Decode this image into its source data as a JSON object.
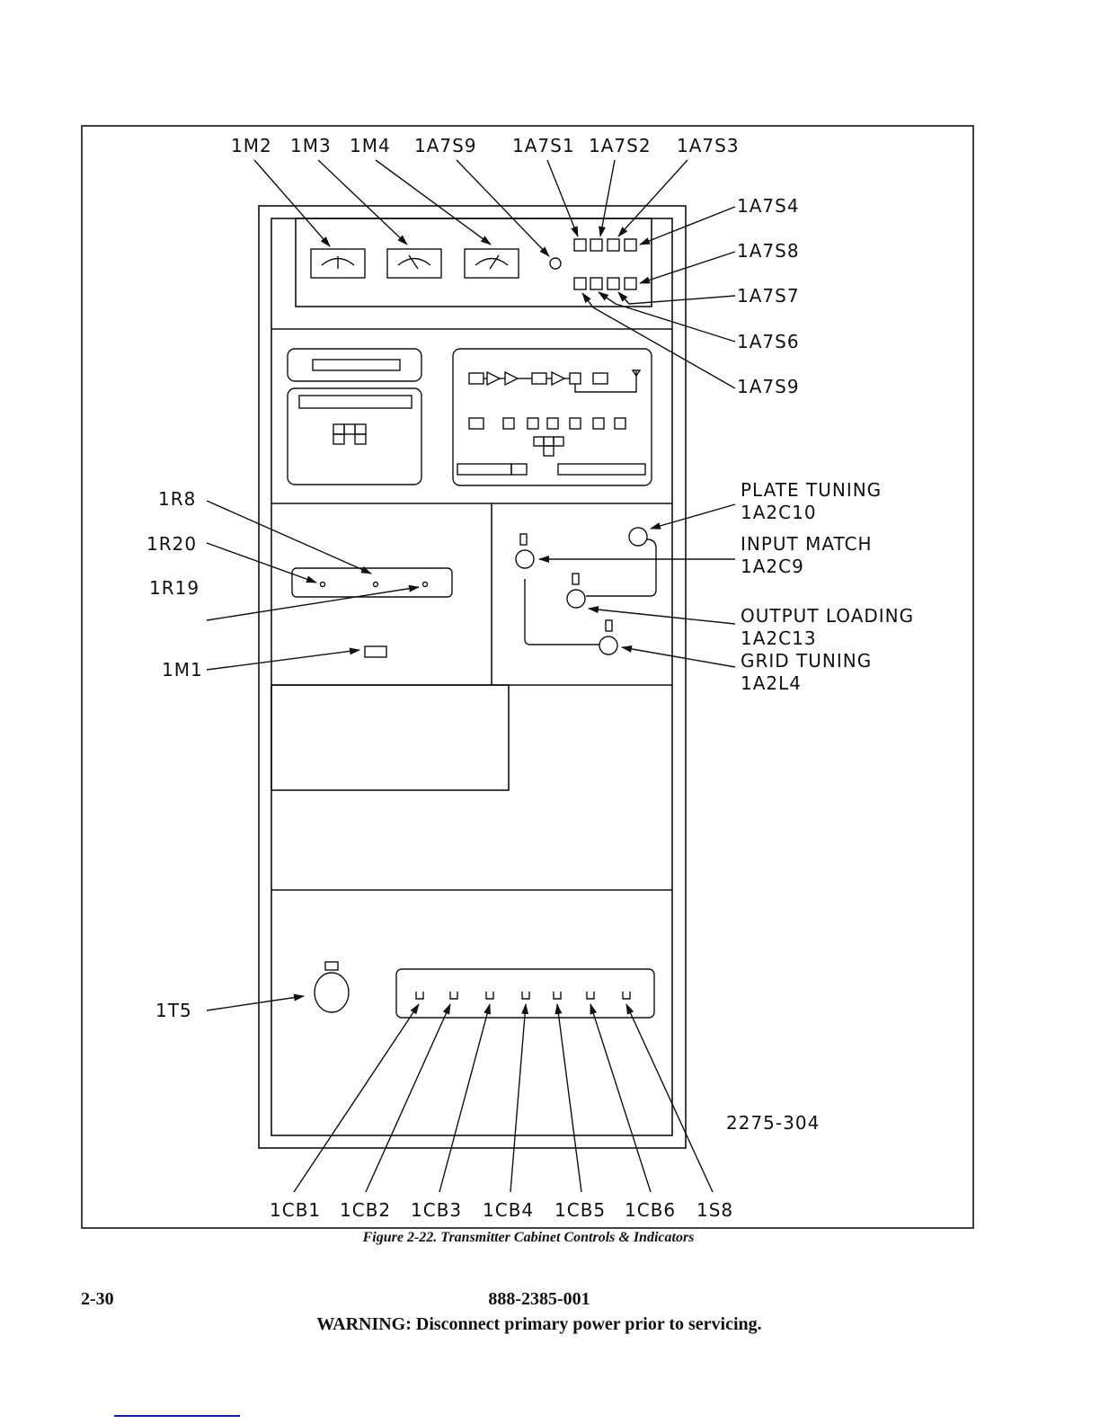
{
  "figure": {
    "drawing_number": "2275-304",
    "caption": "Figure 2-22. Transmitter Cabinet Controls & Indicators",
    "top_callouts": [
      "1M2",
      "1M3",
      "1M4",
      "1A7S9",
      "1A7S1",
      "1A7S2",
      "1A7S3"
    ],
    "right_callouts_upper": [
      "1A7S4",
      "1A7S8",
      "1A7S7",
      "1A7S6",
      "1A7S9"
    ],
    "tuning_callouts": [
      {
        "name": "PLATE TUNING",
        "ref": "1A2C10"
      },
      {
        "name": "INPUT MATCH",
        "ref": "1A2C9"
      },
      {
        "name": "OUTPUT LOADING",
        "ref": "1A2C13"
      },
      {
        "name": "GRID TUNING",
        "ref": "1A2L4"
      }
    ],
    "left_callouts": [
      "1R8",
      "1R20",
      "1R19",
      "1M1",
      "1T5"
    ],
    "bottom_callouts": [
      "1CB1",
      "1CB2",
      "1CB3",
      "1CB4",
      "1CB5",
      "1CB6",
      "1S8"
    ]
  },
  "footer": {
    "page_number": "2-30",
    "document_number": "888-2385-001",
    "warning": "WARNING:  Disconnect primary power prior to servicing."
  },
  "colors": {
    "ink": "#111111",
    "footer_rule": "#1a1aa0"
  }
}
